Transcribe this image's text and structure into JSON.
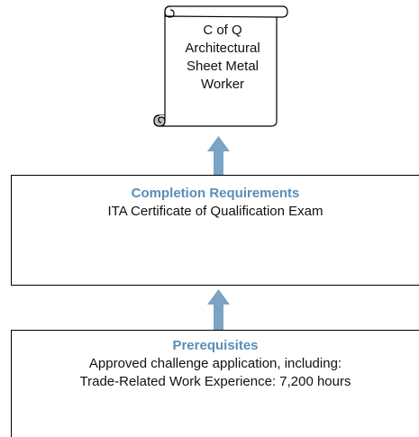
{
  "colors": {
    "arrow": "#7aa3c4",
    "title": "#5b8db8",
    "scroll_curl": "#bfbfbf"
  },
  "credential": {
    "shape": "scroll",
    "lines": [
      "C of Q",
      "Architectural",
      "Sheet Metal",
      "Worker"
    ]
  },
  "completion": {
    "title": "Completion Requirements",
    "lines": [
      "ITA Certificate of Qualification Exam"
    ]
  },
  "prerequisites": {
    "title": "Prerequisites",
    "lines": [
      "Approved challenge application, including:",
      "Trade-Related Work Experience: 7,200 hours"
    ]
  },
  "arrows": [
    {
      "from": "completion",
      "to": "credential",
      "direction": "up"
    },
    {
      "from": "prerequisites",
      "to": "completion",
      "direction": "up"
    }
  ]
}
